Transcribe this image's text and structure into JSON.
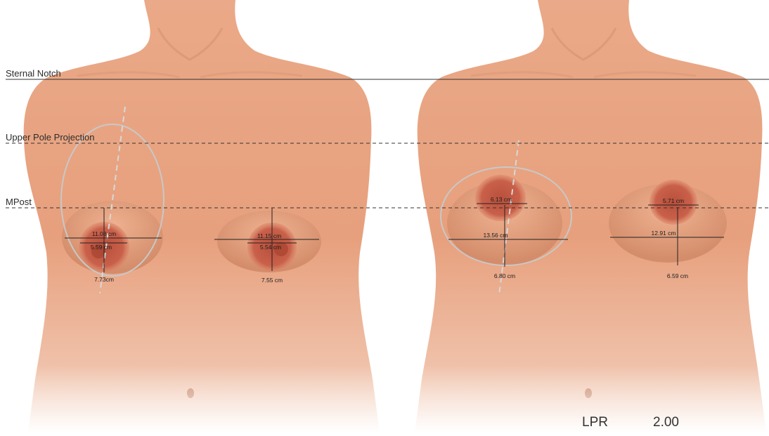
{
  "reference_lines": {
    "sternal_notch": "Sternal Notch",
    "upper_pole_projection": "Upper Pole Projection",
    "mpost": "MPost"
  },
  "left_figure": {
    "right_breast": {
      "width": "11.08 cm",
      "areola": "5.59 cm",
      "drop": "7.73cm"
    },
    "left_breast": {
      "width": "11.15 cm",
      "areola": "5.54 cm",
      "drop": "7.55 cm"
    }
  },
  "right_figure": {
    "right_breast": {
      "areola": "6.13 cm",
      "width": "13.56 cm",
      "drop": "6.80 cm"
    },
    "left_breast": {
      "areola": "5.71 cm",
      "width": "12.91 cm",
      "drop": "6.59 cm"
    }
  },
  "lpr": {
    "label": "LPR",
    "value": "2.00"
  },
  "colors": {
    "skin": "#e9a683",
    "skin_shadow": "#c98563",
    "areola": "#c9604a",
    "guide_line": "#333333",
    "implant_outline": "#c8c8c8"
  }
}
